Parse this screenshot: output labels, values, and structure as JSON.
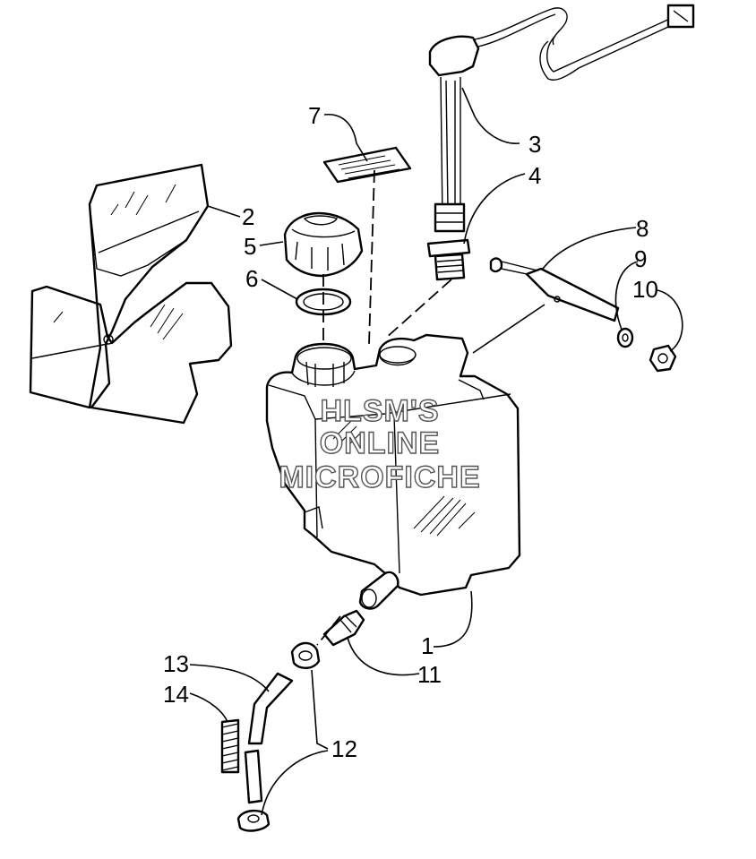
{
  "watermark": {
    "line1": "HLSM'S",
    "line2": "ONLINE",
    "line3": "MICROFICHE"
  },
  "callouts": [
    "1",
    "2",
    "3",
    "4",
    "5",
    "6",
    "7",
    "8",
    "9",
    "10",
    "11",
    "12",
    "13",
    "14"
  ]
}
